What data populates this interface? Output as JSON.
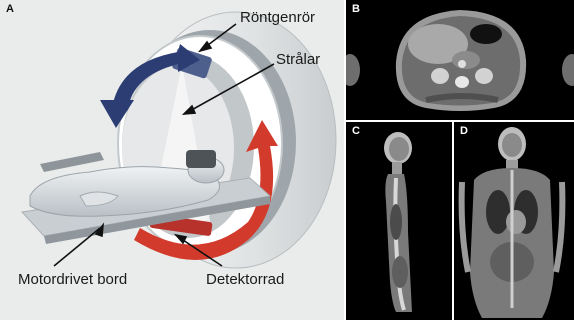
{
  "panels": {
    "a": {
      "label": "A"
    },
    "b": {
      "label": "B"
    },
    "c": {
      "label": "C"
    },
    "d": {
      "label": "D"
    }
  },
  "callouts": {
    "tube": "Röntgenrör",
    "rays": "Strålar",
    "table": "Motordrivet bord",
    "detector": "Detektorrad"
  },
  "colors": {
    "arrow_blue": "#2b3d73",
    "arrow_red": "#d23b2c",
    "gantry": "#d7dbdc",
    "background": "#eaeceb"
  }
}
